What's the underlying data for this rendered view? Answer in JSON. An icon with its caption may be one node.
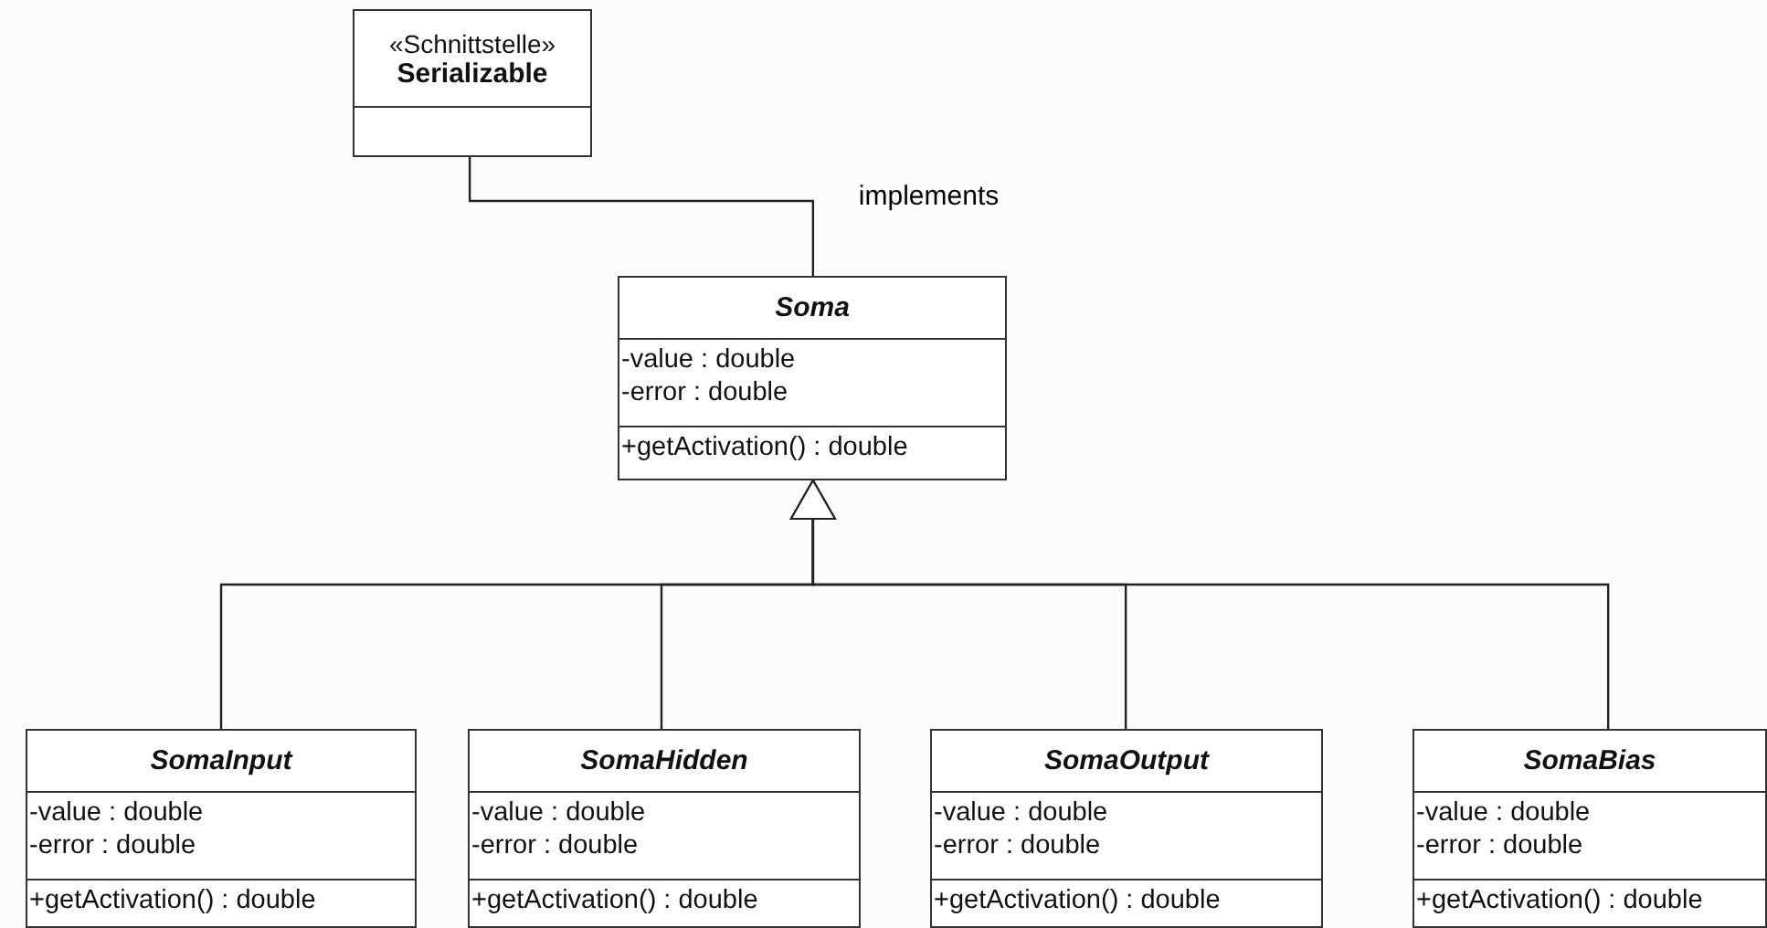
{
  "diagram": {
    "nodes": [
      {
        "text": [
          "«Schnittstelle»",
          "Serializable"
        ]
      },
      {
        "text": [
          "Soma",
          "-value : double",
          "-error : double",
          "+getActivation() : double"
        ]
      },
      {
        "text": [
          "SomaInput",
          "-value : double",
          "-error : double",
          "+getActivation() : double"
        ]
      },
      {
        "text": [
          "SomaHidden",
          "-value : double",
          "-error : double",
          "+getActivation() : double"
        ]
      },
      {
        "text": [
          "SomaOutput",
          "-value : double",
          "-error : double",
          "+getActivation() : double"
        ]
      },
      {
        "text": [
          "SomaBias",
          "-value : double",
          "-error : double",
          "+getActivation() : double"
        ]
      }
    ],
    "edges": [
      {
        "from": 1,
        "to": 0,
        "arrow": "none",
        "label": "implements"
      },
      {
        "from": 2,
        "to": 1,
        "arrow": "to"
      },
      {
        "from": 3,
        "to": 1,
        "arrow": "to"
      },
      {
        "from": 4,
        "to": 1,
        "arrow": "to"
      },
      {
        "from": 5,
        "to": 1,
        "arrow": "to"
      }
    ]
  }
}
